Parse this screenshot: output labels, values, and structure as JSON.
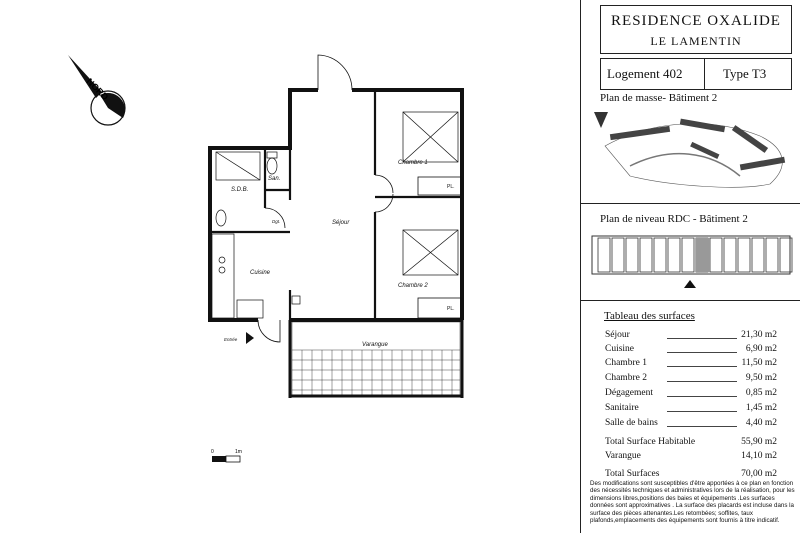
{
  "title": {
    "residence": "RESIDENCE OXALIDE",
    "city": "LE LAMENTIN"
  },
  "logement": {
    "number": "Logement 402",
    "type": "Type T3"
  },
  "plan_masse": {
    "title": "Plan de masse- Bâtiment 2"
  },
  "plan_niveau": {
    "title": "Plan de niveau RDC - Bâtiment 2"
  },
  "surfaces": {
    "title": "Tableau des surfaces",
    "rows": [
      {
        "label": "Séjour",
        "value": "21,30 m2"
      },
      {
        "label": "Cuisine",
        "value": "6,90 m2"
      },
      {
        "label": "Chambre 1",
        "value": "11,50 m2"
      },
      {
        "label": "Chambre 2",
        "value": "9,50 m2"
      },
      {
        "label": "Dégagement",
        "value": "0,85 m2"
      },
      {
        "label": "Sanitaire",
        "value": "1,45 m2"
      },
      {
        "label": "Salle de bains",
        "value": "4,40 m2"
      }
    ],
    "habitable": {
      "label": "Total Surface Habitable",
      "value": "55,90  m2"
    },
    "varangue": {
      "label": "Varangue",
      "value": "14,10  m2"
    },
    "total": {
      "label": "Total Surfaces",
      "value": "70,00 m2"
    }
  },
  "note": "Des modifications sont susceptibles d'être apportées à ce plan en fonction des nécessités techniques et administratives lors de la réalisation, pour les dimensions libres,positions des baies et équipements .Les surfaces données sont approximatives . La surface des placards est incluse dans la surface des pièces attenantes.Les retombées; soffites, taux plafonds,emplacements des équipements sont fournis à  titre indicatif.",
  "plan": {
    "rooms": {
      "sejour": "Séjour",
      "chambre1": "Chambre 1",
      "chambre2": "Chambre 2",
      "cuisine": "Cuisine",
      "sdb": "S.D.B.",
      "san": "San.",
      "dgt": "Dgt.",
      "varangue": "Varangue",
      "entree": "Entrée",
      "pl1": "PL.",
      "pl2": "PL."
    },
    "compass": "NORD",
    "scale": {
      "zero": "0",
      "max": "1m"
    }
  }
}
